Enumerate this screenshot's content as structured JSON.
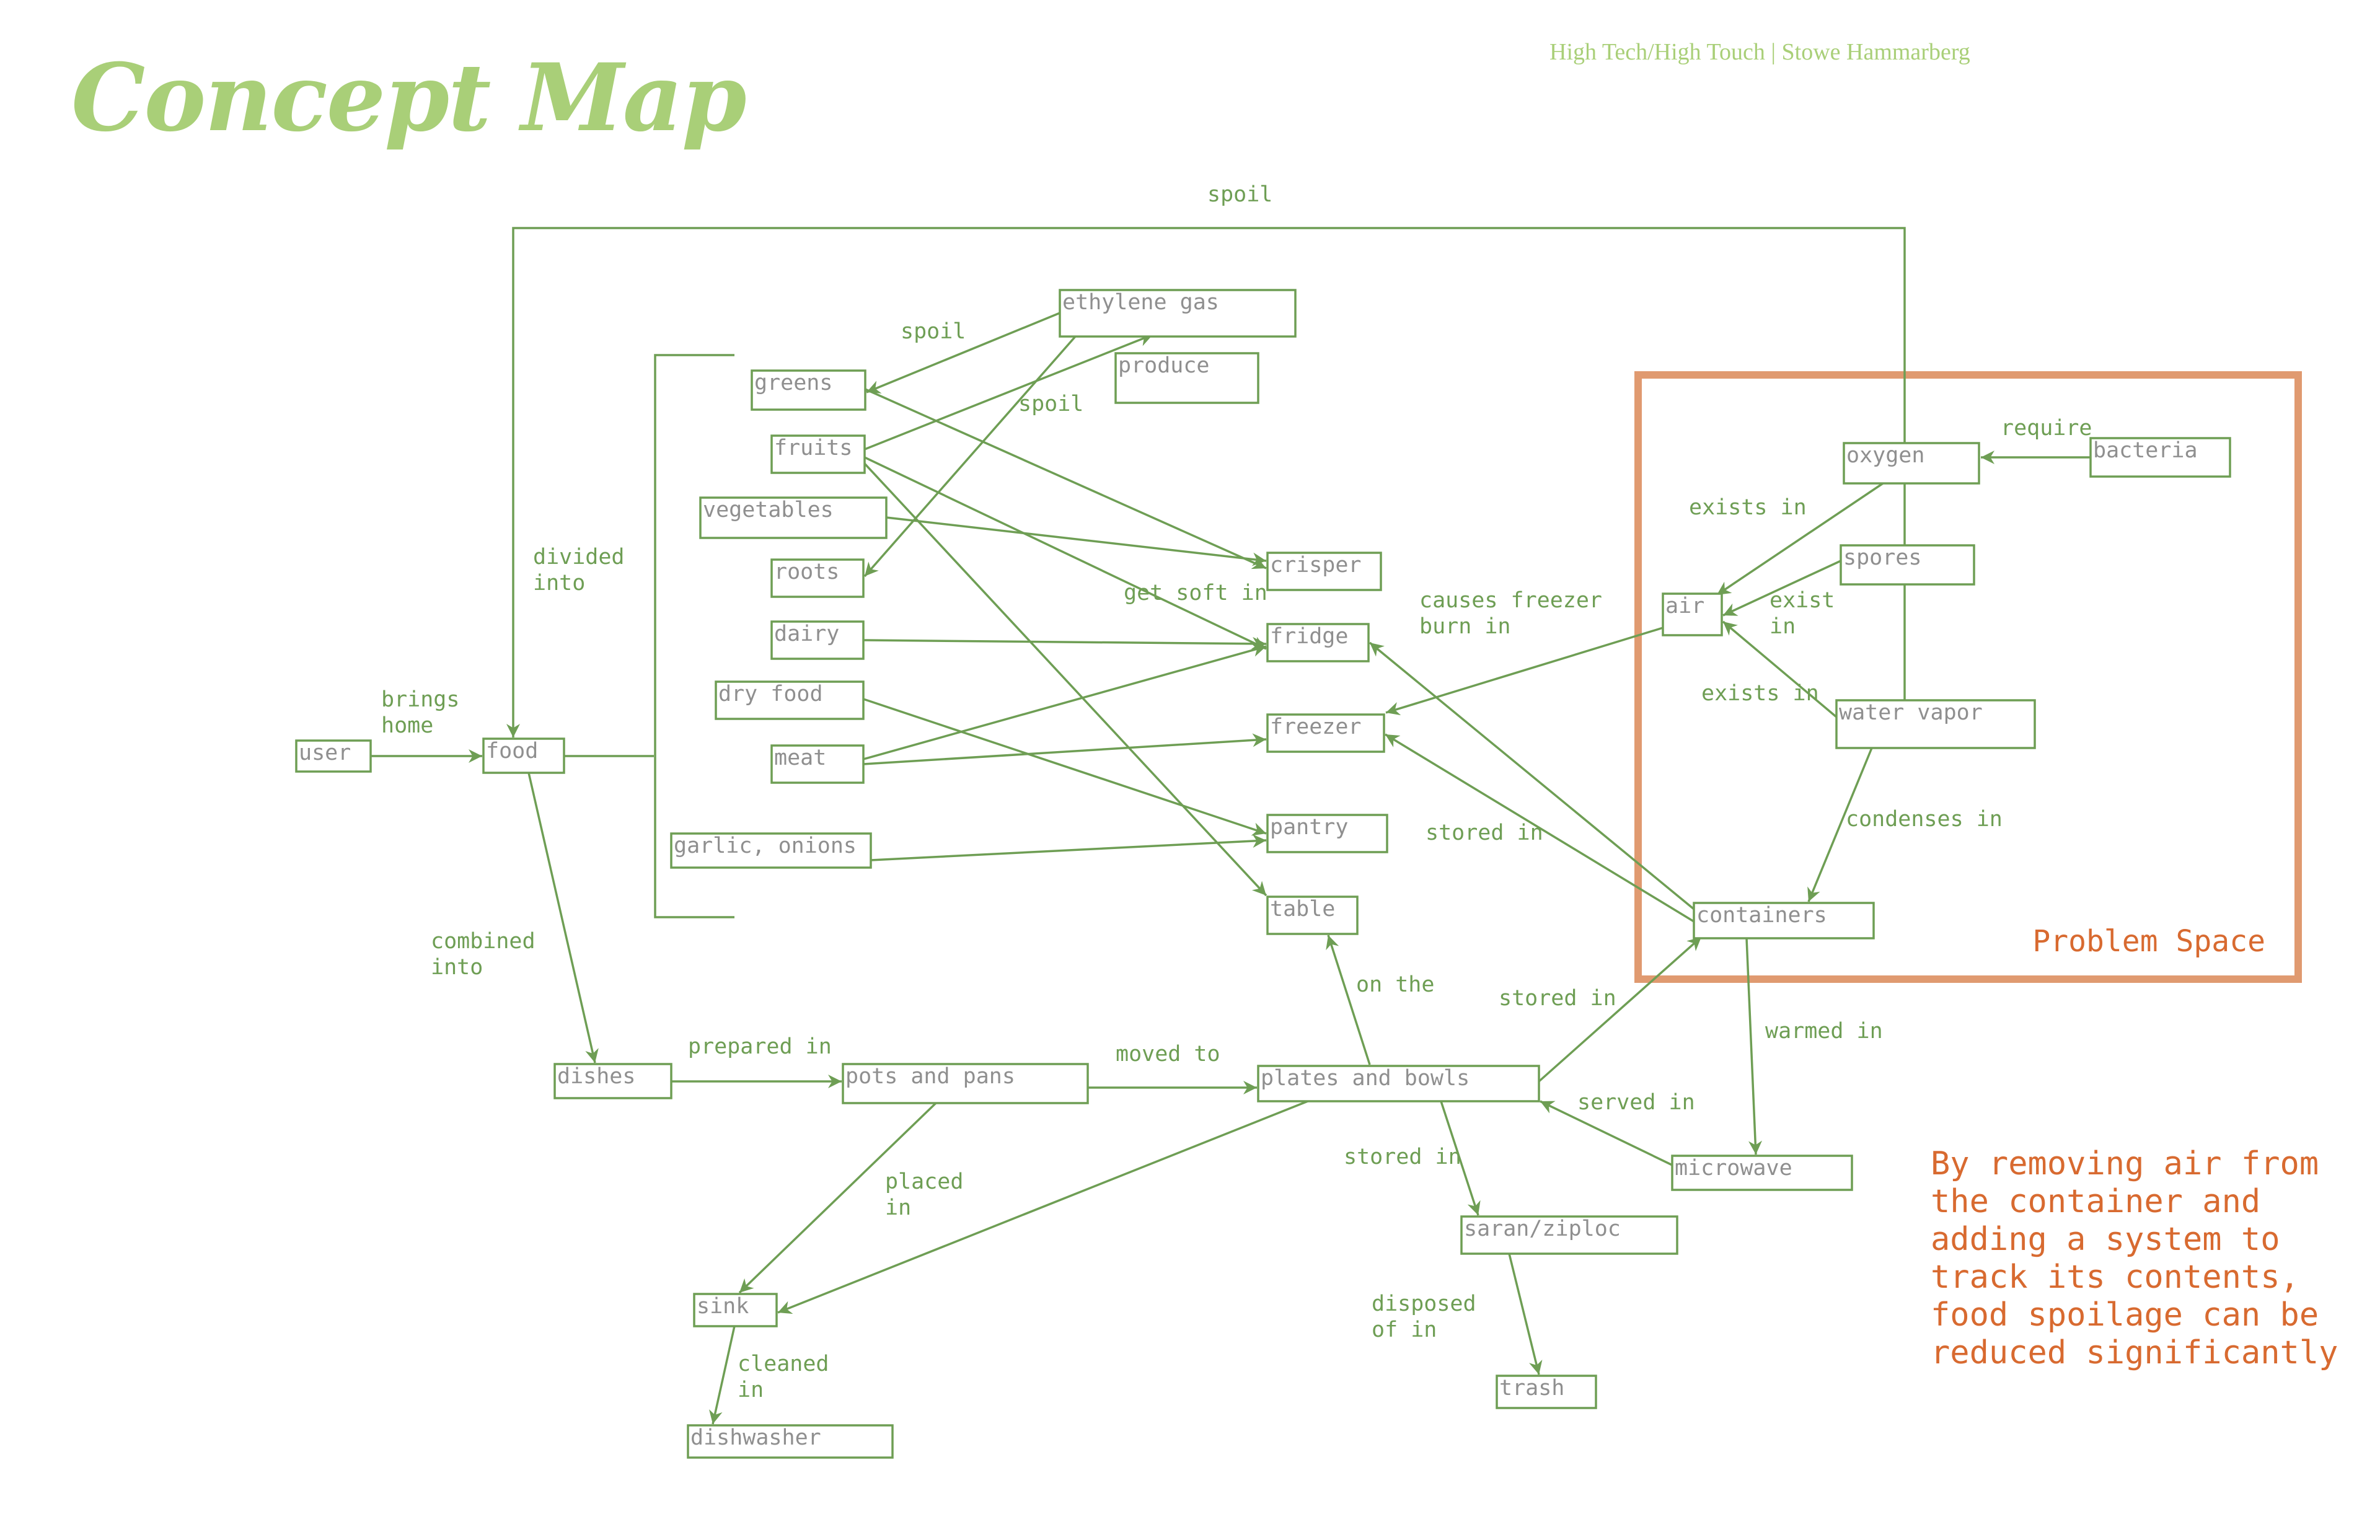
{
  "header": {
    "title": "Concept Map",
    "credit": "High Tech/High Touch | Stowe Hammarberg"
  },
  "colors": {
    "title": "#a9cf78",
    "line": "#6e9e54",
    "node_text": "#8f8f8f",
    "problem_box": "#e09a70",
    "problem_text": "#d86a30"
  },
  "nodes": [
    {
      "id": "user",
      "label": "user"
    },
    {
      "id": "food",
      "label": "food"
    },
    {
      "id": "greens",
      "label": "greens"
    },
    {
      "id": "fruits",
      "label": "fruits"
    },
    {
      "id": "vegetables",
      "label": "vegetables"
    },
    {
      "id": "roots",
      "label": "roots"
    },
    {
      "id": "dairy",
      "label": "dairy"
    },
    {
      "id": "dry_food",
      "label": "dry food"
    },
    {
      "id": "meat",
      "label": "meat"
    },
    {
      "id": "garlic_onions",
      "label": "garlic, onions"
    },
    {
      "id": "ethylene_gas",
      "label": "ethylene gas"
    },
    {
      "id": "produce",
      "label": "produce"
    },
    {
      "id": "crisper",
      "label": "crisper"
    },
    {
      "id": "fridge",
      "label": "fridge"
    },
    {
      "id": "freezer",
      "label": "freezer"
    },
    {
      "id": "pantry",
      "label": "pantry"
    },
    {
      "id": "table",
      "label": "table"
    },
    {
      "id": "dishes",
      "label": "dishes"
    },
    {
      "id": "pots_and_pans",
      "label": "pots and pans"
    },
    {
      "id": "plates_and_bowls",
      "label": "plates and bowls"
    },
    {
      "id": "sink",
      "label": "sink"
    },
    {
      "id": "dishwasher",
      "label": "dishwasher"
    },
    {
      "id": "saran_ziploc",
      "label": "saran/ziploc"
    },
    {
      "id": "trash",
      "label": "trash"
    },
    {
      "id": "microwave",
      "label": "microwave"
    },
    {
      "id": "containers",
      "label": "containers"
    },
    {
      "id": "air",
      "label": "air"
    },
    {
      "id": "oxygen",
      "label": "oxygen"
    },
    {
      "id": "spores",
      "label": "spores"
    },
    {
      "id": "bacteria",
      "label": "bacteria"
    },
    {
      "id": "water_vapor",
      "label": "water vapor"
    }
  ],
  "edges": [
    {
      "from": "user",
      "to": "food",
      "label": "brings\nhome"
    },
    {
      "from": "food",
      "to": "food_group",
      "label": "divided\ninto"
    },
    {
      "from": "food",
      "to": "dishes",
      "label": "combined\ninto"
    },
    {
      "from": "dishes",
      "to": "pots_and_pans",
      "label": "prepared in"
    },
    {
      "from": "pots_and_pans",
      "to": "plates_and_bowls",
      "label": "moved to"
    },
    {
      "from": "pots_and_pans",
      "to": "sink",
      "label": "placed\nin"
    },
    {
      "from": "plates_and_bowls",
      "to": "sink",
      "label": ""
    },
    {
      "from": "sink",
      "to": "dishwasher",
      "label": "cleaned\nin"
    },
    {
      "from": "plates_and_bowls",
      "to": "table",
      "label": "on the"
    },
    {
      "from": "plates_and_bowls",
      "to": "saran_ziploc",
      "label": "stored in"
    },
    {
      "from": "plates_and_bowls",
      "to": "containers",
      "label": "stored in"
    },
    {
      "from": "saran_ziploc",
      "to": "trash",
      "label": "disposed\nof in"
    },
    {
      "from": "microwave",
      "to": "plates_and_bowls",
      "label": "served in"
    },
    {
      "from": "containers",
      "to": "microwave",
      "label": "warmed in"
    },
    {
      "from": "containers",
      "to": "fridge",
      "label": ""
    },
    {
      "from": "containers",
      "to": "freezer",
      "label": "stored in"
    },
    {
      "from": "air",
      "to": "freezer",
      "label": "causes freezer\nburn in"
    },
    {
      "from": "water_vapor",
      "to": "containers",
      "label": "condenses in"
    },
    {
      "from": "water_vapor",
      "to": "food",
      "label": "spoil"
    },
    {
      "from": "water_vapor",
      "to": "air",
      "label": "exists in"
    },
    {
      "from": "oxygen",
      "to": "air",
      "label": "exists in"
    },
    {
      "from": "spores",
      "to": "air",
      "label": "exist\nin"
    },
    {
      "from": "bacteria",
      "to": "oxygen",
      "label": "require"
    },
    {
      "from": "ethylene_gas",
      "to": "greens",
      "label": "spoil"
    },
    {
      "from": "ethylene_gas",
      "to": "roots",
      "label": "spoil"
    },
    {
      "from": "fruits",
      "to": "ethylene_gas",
      "label": ""
    },
    {
      "from": "fruits",
      "to": "fridge",
      "label": "get soft in"
    },
    {
      "from": "fruits",
      "to": "table",
      "label": ""
    },
    {
      "from": "greens",
      "to": "crisper",
      "label": ""
    },
    {
      "from": "vegetables",
      "to": "crisper",
      "label": ""
    },
    {
      "from": "dairy",
      "to": "fridge",
      "label": ""
    },
    {
      "from": "meat",
      "to": "fridge",
      "label": ""
    },
    {
      "from": "meat",
      "to": "freezer",
      "label": ""
    },
    {
      "from": "dry_food",
      "to": "pantry",
      "label": ""
    },
    {
      "from": "garlic_onions",
      "to": "pantry",
      "label": ""
    }
  ],
  "problem_space": {
    "label": "Problem Space",
    "note": [
      "By removing air from",
      "the container and",
      "adding a system to",
      "track its contents,",
      "food spoilage can be",
      "reduced significantly"
    ]
  }
}
